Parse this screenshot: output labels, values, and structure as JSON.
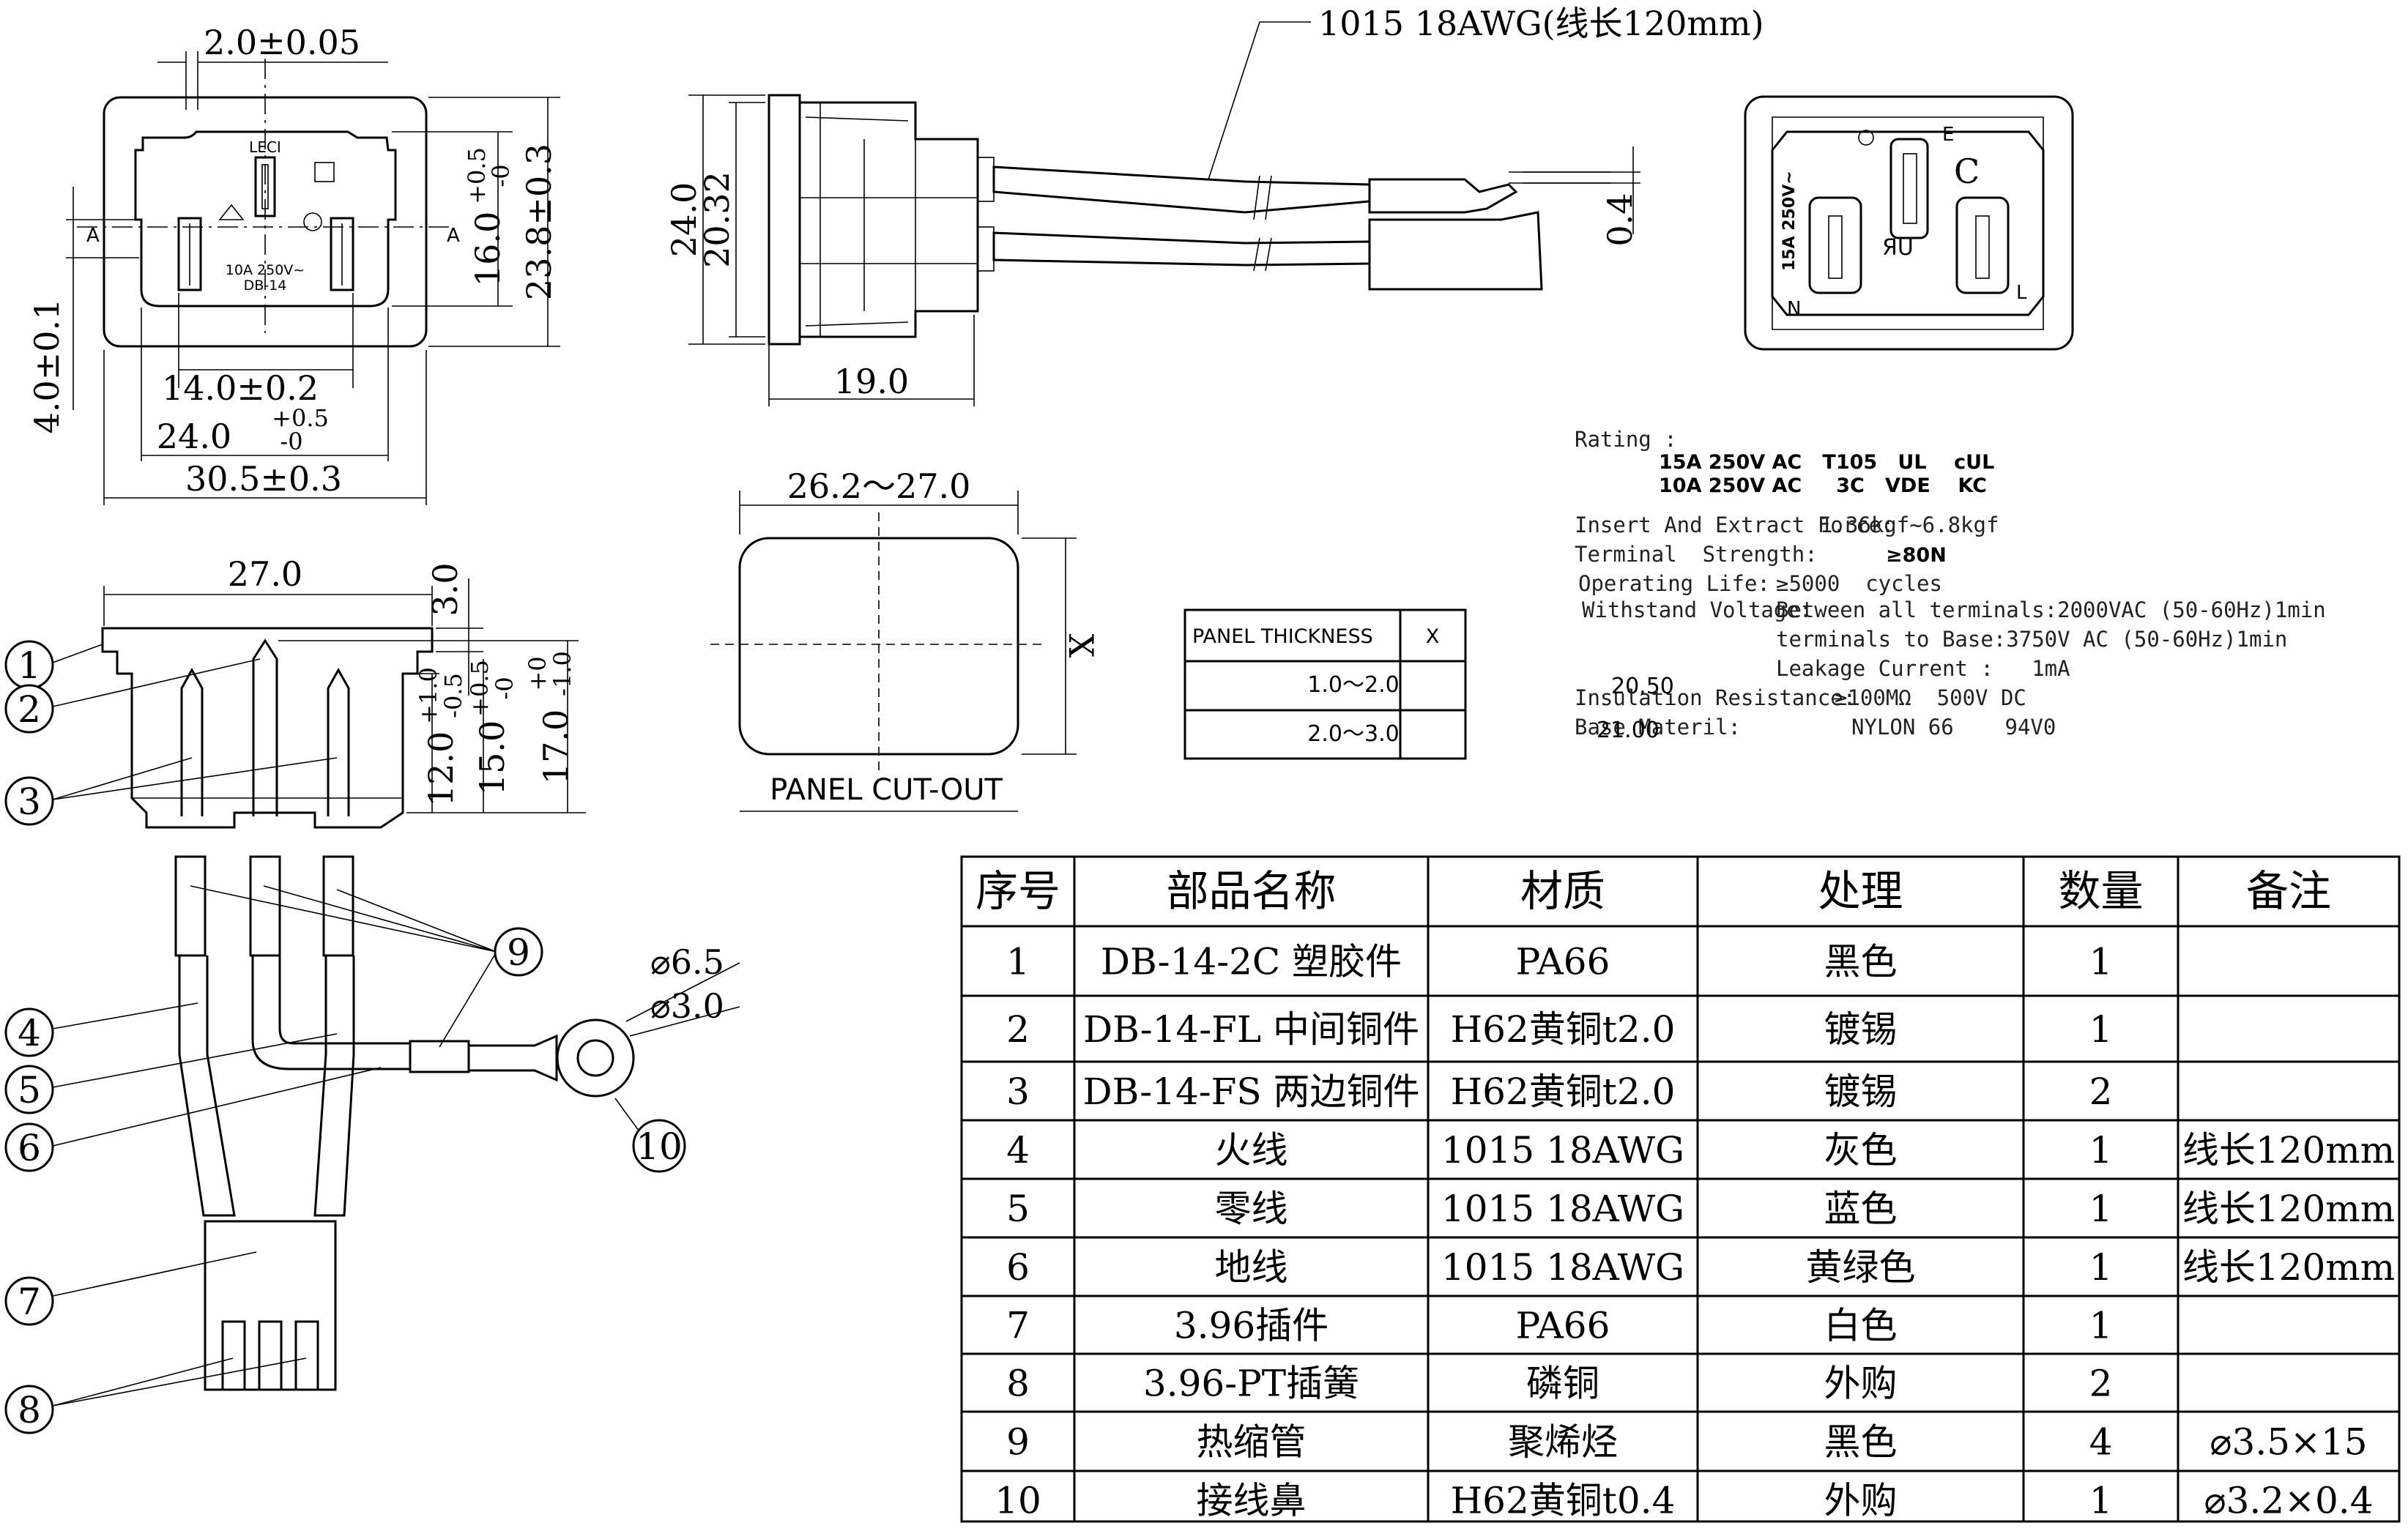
{
  "front_view": {
    "body_text_leci": "LECI",
    "body_text_rating": "10A 250V~",
    "body_text_model": "DB-14",
    "section_mark": "A",
    "dim_pin_width": "2.0±0.05",
    "dim_pin_offset": "4.0±0.1",
    "dim_pin_span": "14.0±0.2",
    "dim_inner_width": "24.0",
    "dim_inner_width_tol": "+0.5",
    "dim_inner_width_tol2": "-0",
    "dim_outer_width": "30.5±0.3",
    "dim_inner_height": "16.0",
    "dim_inner_height_tol": "+0.5",
    "dim_inner_height_tol2": "-0",
    "dim_outer_height": "23.8±0.3"
  },
  "side_view": {
    "wire_callout": "1015 18AWG(线长120mm)",
    "dim_height_outer": "24.0",
    "dim_height_inner": "20.32",
    "dim_depth": "19.0",
    "dim_terminal": "0.4"
  },
  "rear_view": {
    "label_rating": "15A 250V~",
    "mark_e": "E",
    "mark_c": "C",
    "mark_n": "N",
    "mark_l": "L",
    "mark_ul": "ЯU"
  },
  "specs": {
    "rating_label": "Rating :",
    "rating_line1": "15A 250V AC   T105   UL    cUL",
    "rating_line2": "10A 250V AC     3C   VDE    KC",
    "insert_label": "Insert And Extract Force:",
    "insert_value": "1.36kgf~6.8kgf",
    "terminal_label": "Terminal  Strength:",
    "terminal_value": "≥80N",
    "life_label": "Operating Life:",
    "life_value": "≥5000  cycles",
    "withstand_label": "Withstand Voltage:",
    "withstand_value1": "Between all terminals:2000VAC (50-60Hz)1min",
    "withstand_value2": "terminals to Base:3750V AC (50-60Hz)1min",
    "leakage": "Leakage Current :   1mA",
    "insulation_label": "Insulation Resistance:",
    "insulation_value": "≥100MΩ  500V DC",
    "base_label": "Base Materil:",
    "base_value": "NYLON 66    94V0",
    "stray1": "20.50",
    "stray2": "21.00"
  },
  "section_view": {
    "dim_top_width": "27.0",
    "dim_flange": "3.0",
    "dim_pin1": "12.0",
    "dim_pin1_tol": "+1.0",
    "dim_pin1_tol2": "-0.5",
    "dim_pin2": "15.0",
    "dim_pin2_tol": "+0.5",
    "dim_pin2_tol2": "-0",
    "dim_pin3": "17.0",
    "dim_pin3_tol": "+0",
    "dim_pin3_tol2": "-1.0",
    "ring_outer": "⌀6.5",
    "ring_inner": "⌀3.0",
    "balloons": [
      "1",
      "2",
      "3",
      "4",
      "5",
      "6",
      "7",
      "8",
      "9",
      "10"
    ]
  },
  "panel_cutout": {
    "dim_width": "26.2～27.0",
    "dim_height": "X",
    "caption": "PANEL CUT-OUT"
  },
  "panel_table": {
    "header_col1": "PANEL THICKNESS",
    "header_col2": "X",
    "rows": [
      {
        "thickness": "1.0～2.0"
      },
      {
        "thickness": "2.0～3.0"
      }
    ]
  },
  "bom": {
    "headers": [
      "序号",
      "部品名称",
      "材质",
      "处理",
      "数量",
      "备注"
    ],
    "rows": [
      {
        "no": "1",
        "name": "DB-14-2C 塑胶件",
        "material": "PA66",
        "finish": "黑色",
        "qty": "1",
        "note": ""
      },
      {
        "no": "2",
        "name": "DB-14-FL 中间铜件",
        "material": "H62黄铜t2.0",
        "finish": "镀锡",
        "qty": "1",
        "note": ""
      },
      {
        "no": "3",
        "name": "DB-14-FS 两边铜件",
        "material": "H62黄铜t2.0",
        "finish": "镀锡",
        "qty": "2",
        "note": ""
      },
      {
        "no": "4",
        "name": "火线",
        "material": "1015 18AWG",
        "finish": "灰色",
        "qty": "1",
        "note": "线长120mm"
      },
      {
        "no": "5",
        "name": "零线",
        "material": "1015 18AWG",
        "finish": "蓝色",
        "qty": "1",
        "note": "线长120mm"
      },
      {
        "no": "6",
        "name": "地线",
        "material": "1015 18AWG",
        "finish": "黄绿色",
        "qty": "1",
        "note": "线长120mm"
      },
      {
        "no": "7",
        "name": "3.96插件",
        "material": "PA66",
        "finish": "白色",
        "qty": "1",
        "note": ""
      },
      {
        "no": "8",
        "name": "3.96-PT插簧",
        "material": "磷铜",
        "finish": "外购",
        "qty": "2",
        "note": ""
      },
      {
        "no": "9",
        "name": "热缩管",
        "material": "聚烯烃",
        "finish": "黑色",
        "qty": "4",
        "note": "⌀3.5×15"
      },
      {
        "no": "10",
        "name": "接线鼻",
        "material": "H62黄铜t0.4",
        "finish": "外购",
        "qty": "1",
        "note": "⌀3.2×0.4"
      }
    ]
  }
}
